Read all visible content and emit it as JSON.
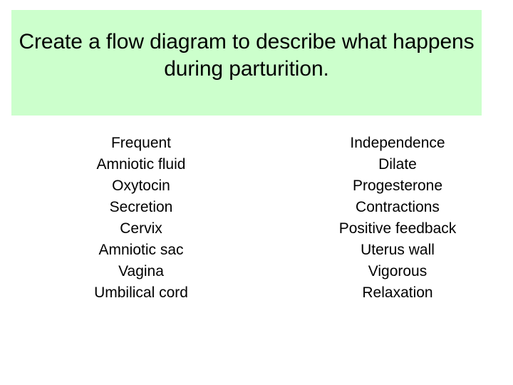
{
  "slide": {
    "background_color": "#ffffff",
    "title_banner_color": "#ccffcc",
    "text_color": "#000000",
    "title": "Create a flow diagram to describe what happens during parturition.",
    "columns": [
      {
        "name": "left-word-list",
        "items": [
          "Frequent",
          "Amniotic fluid",
          "Oxytocin",
          "Secretion",
          "Cervix",
          "Amniotic sac",
          "Vagina",
          "Umbilical cord"
        ]
      },
      {
        "name": "right-word-list",
        "items": [
          "Independence",
          "Dilate",
          "Progesterone",
          "Contractions",
          "Positive feedback",
          "Uterus wall",
          "Vigorous",
          "Relaxation"
        ]
      }
    ]
  }
}
